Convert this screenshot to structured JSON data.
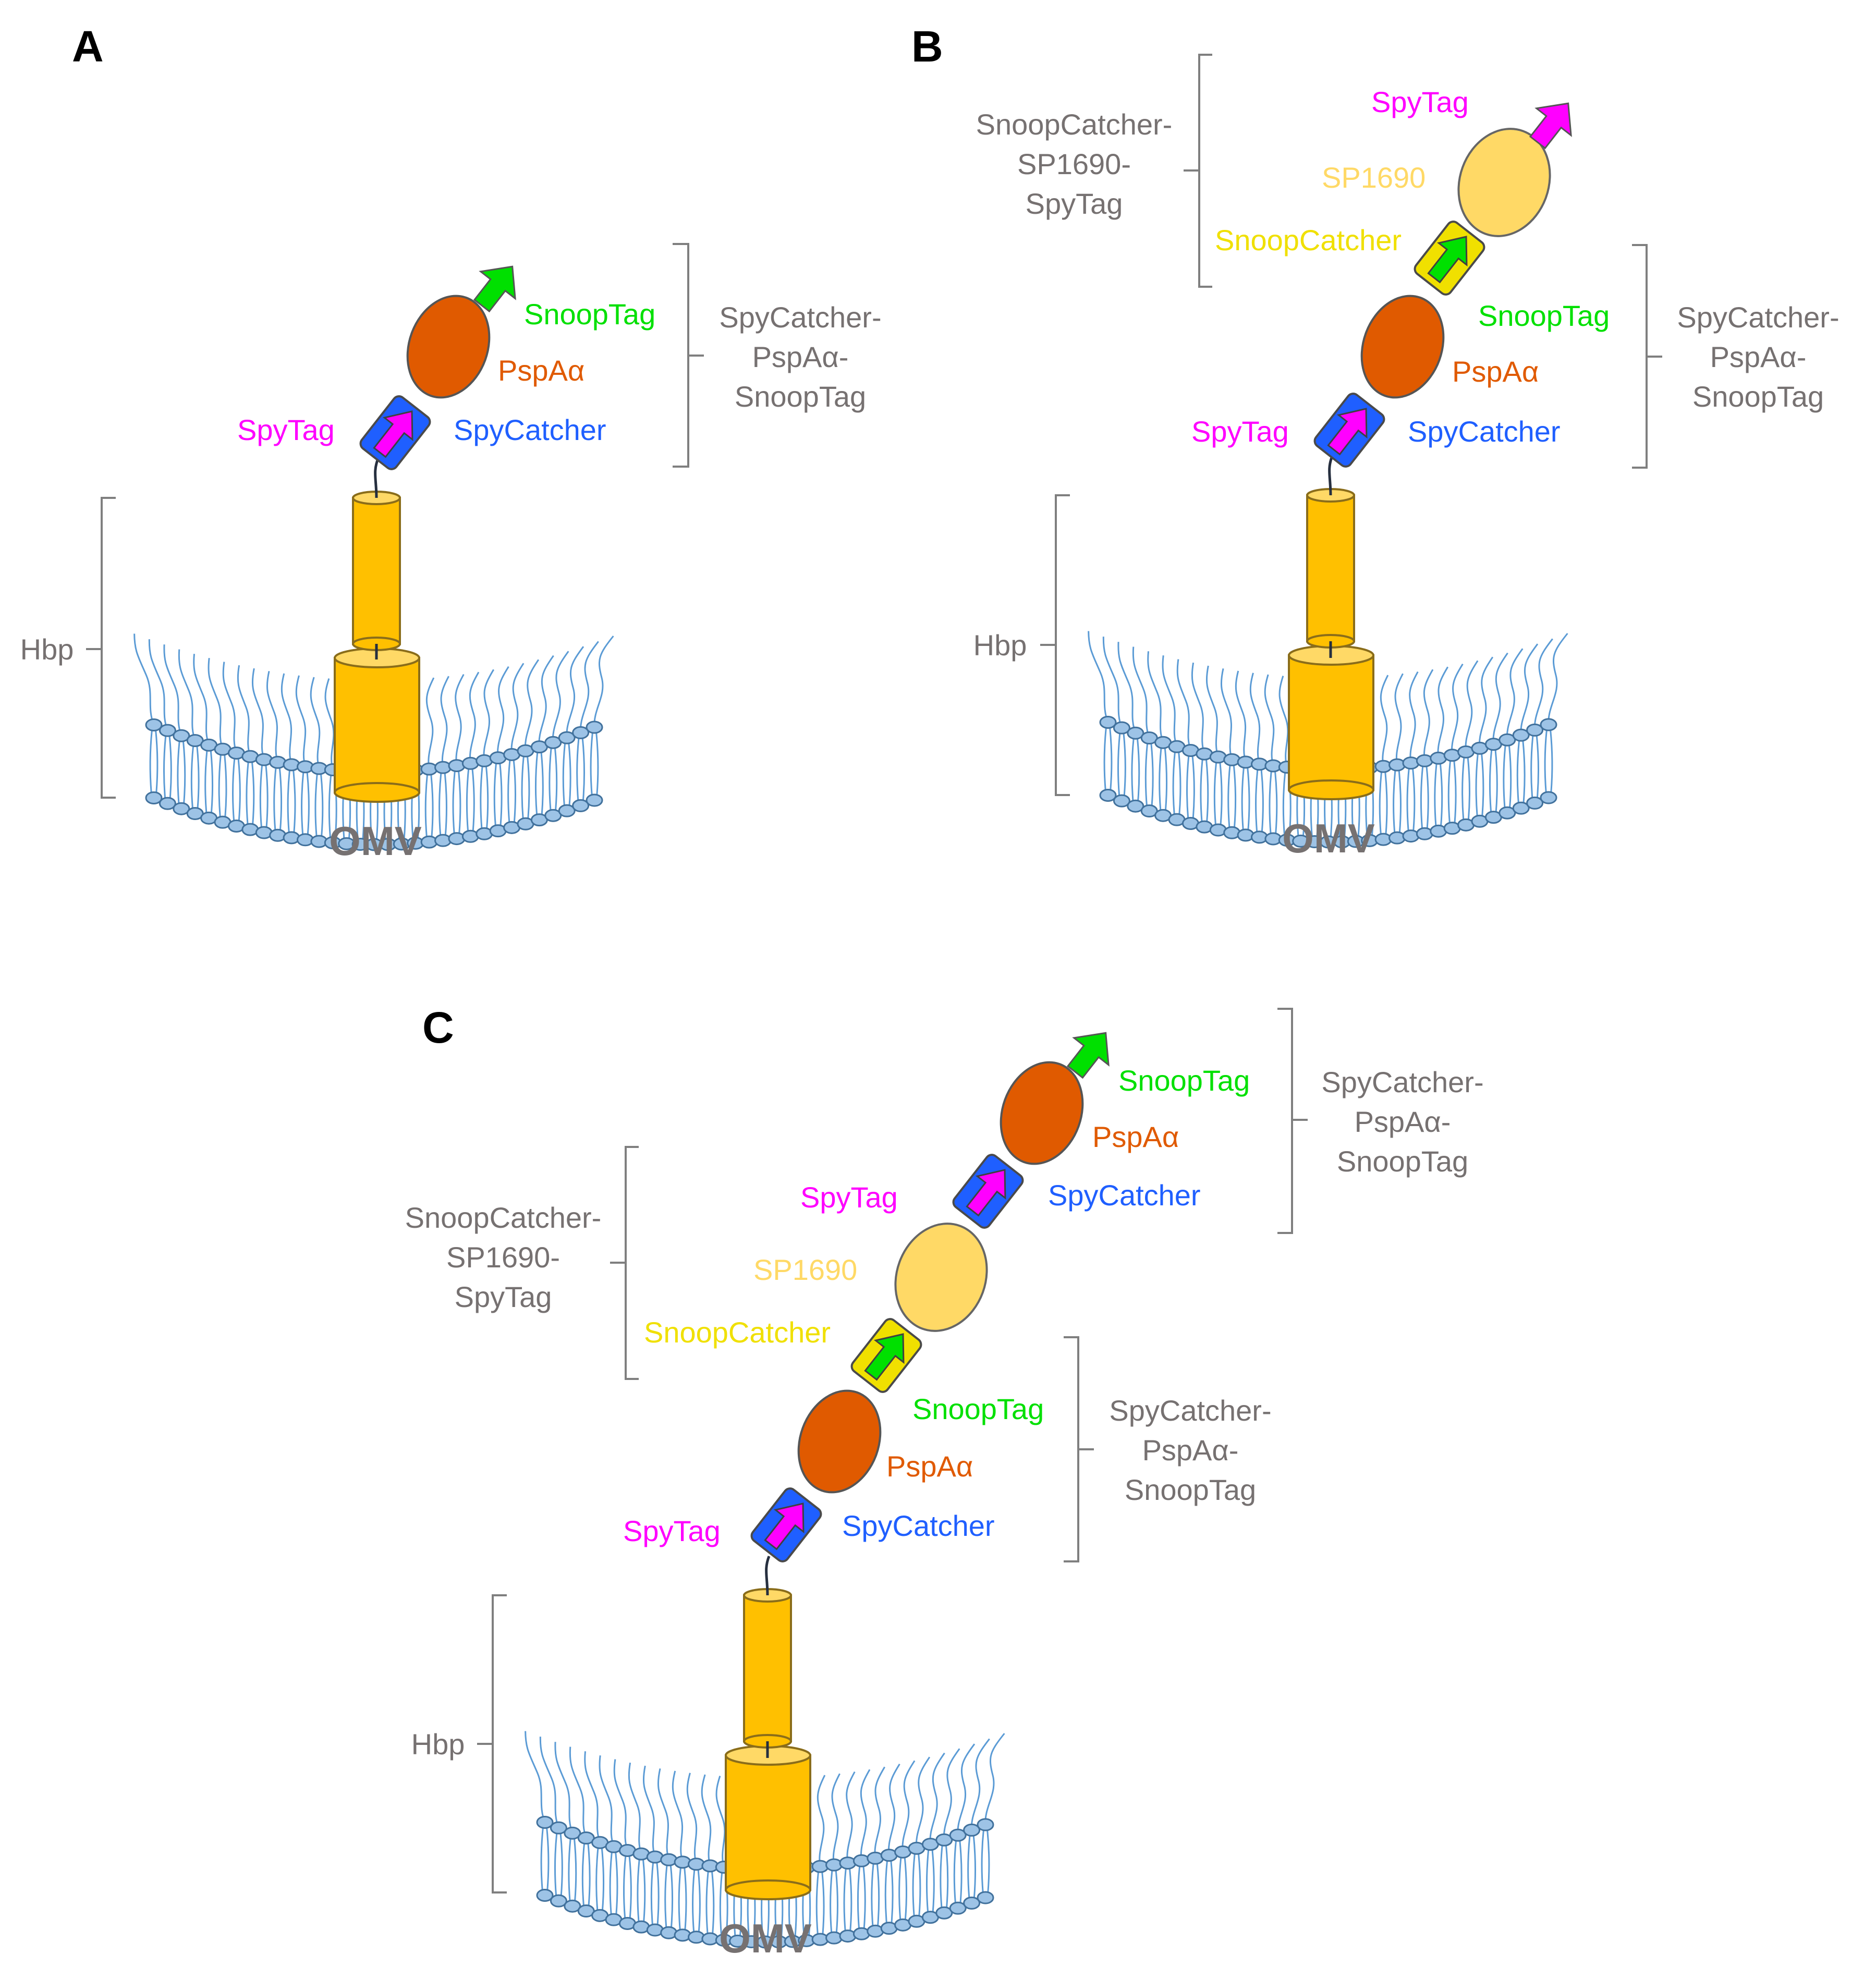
{
  "panels": {
    "A": {
      "letter": "A",
      "labels": {
        "snooptag": "SnoopTag",
        "pspa": "PspAα",
        "spycatcher": "SpyCatcher",
        "spytag": "SpyTag"
      },
      "groups": {
        "fusion_1": "SpyCatcher-",
        "fusion_2": "PspAα-",
        "fusion_3": "SnoopTag",
        "hbp": "Hbp",
        "omv": "OMV"
      }
    },
    "B": {
      "letter": "B",
      "labels": {
        "spytag_top": "SpyTag",
        "sp1690": "SP1690",
        "snoopcatcher": "SnoopCatcher",
        "snooptag": "SnoopTag",
        "pspa": "PspAα",
        "spycatcher": "SpyCatcher",
        "spytag": "SpyTag"
      },
      "groups": {
        "snoop_1": "SnoopCatcher-",
        "snoop_2": "SP1690-",
        "snoop_3": "SpyTag",
        "fusion_1": "SpyCatcher-",
        "fusion_2": "PspAα-",
        "fusion_3": "SnoopTag",
        "hbp": "Hbp",
        "omv": "OMV"
      }
    },
    "C": {
      "letter": "C",
      "labels": {
        "snooptag_top": "SnoopTag",
        "pspa_top": "PspAα",
        "spytag_mid": "SpyTag",
        "spycatcher_top": "SpyCatcher",
        "sp1690": "SP1690",
        "snoopcatcher": "SnoopCatcher",
        "snooptag": "SnoopTag",
        "pspa": "PspAα",
        "spycatcher": "SpyCatcher",
        "spytag": "SpyTag"
      },
      "groups": {
        "top_1": "SpyCatcher-",
        "top_2": "PspAα-",
        "top_3": "SnoopTag",
        "snoop_1": "SnoopCatcher-",
        "snoop_2": "SP1690-",
        "snoop_3": "SpyTag",
        "fusion_1": "SpyCatcher-",
        "fusion_2": "PspAα-",
        "fusion_3": "SnoopTag",
        "hbp": "Hbp",
        "omv": "OMV"
      }
    }
  },
  "colors": {
    "spytag": "#ff00ff",
    "snooptag": "#00e000",
    "pspa": "#e05a00",
    "spycatcher": "#1f5fff",
    "snoopcatcher": "#f0e000",
    "sp1690": "#ffd966",
    "hbp": "#ffc000",
    "label_grey": "#767171",
    "membrane": "#9dc3e6"
  }
}
